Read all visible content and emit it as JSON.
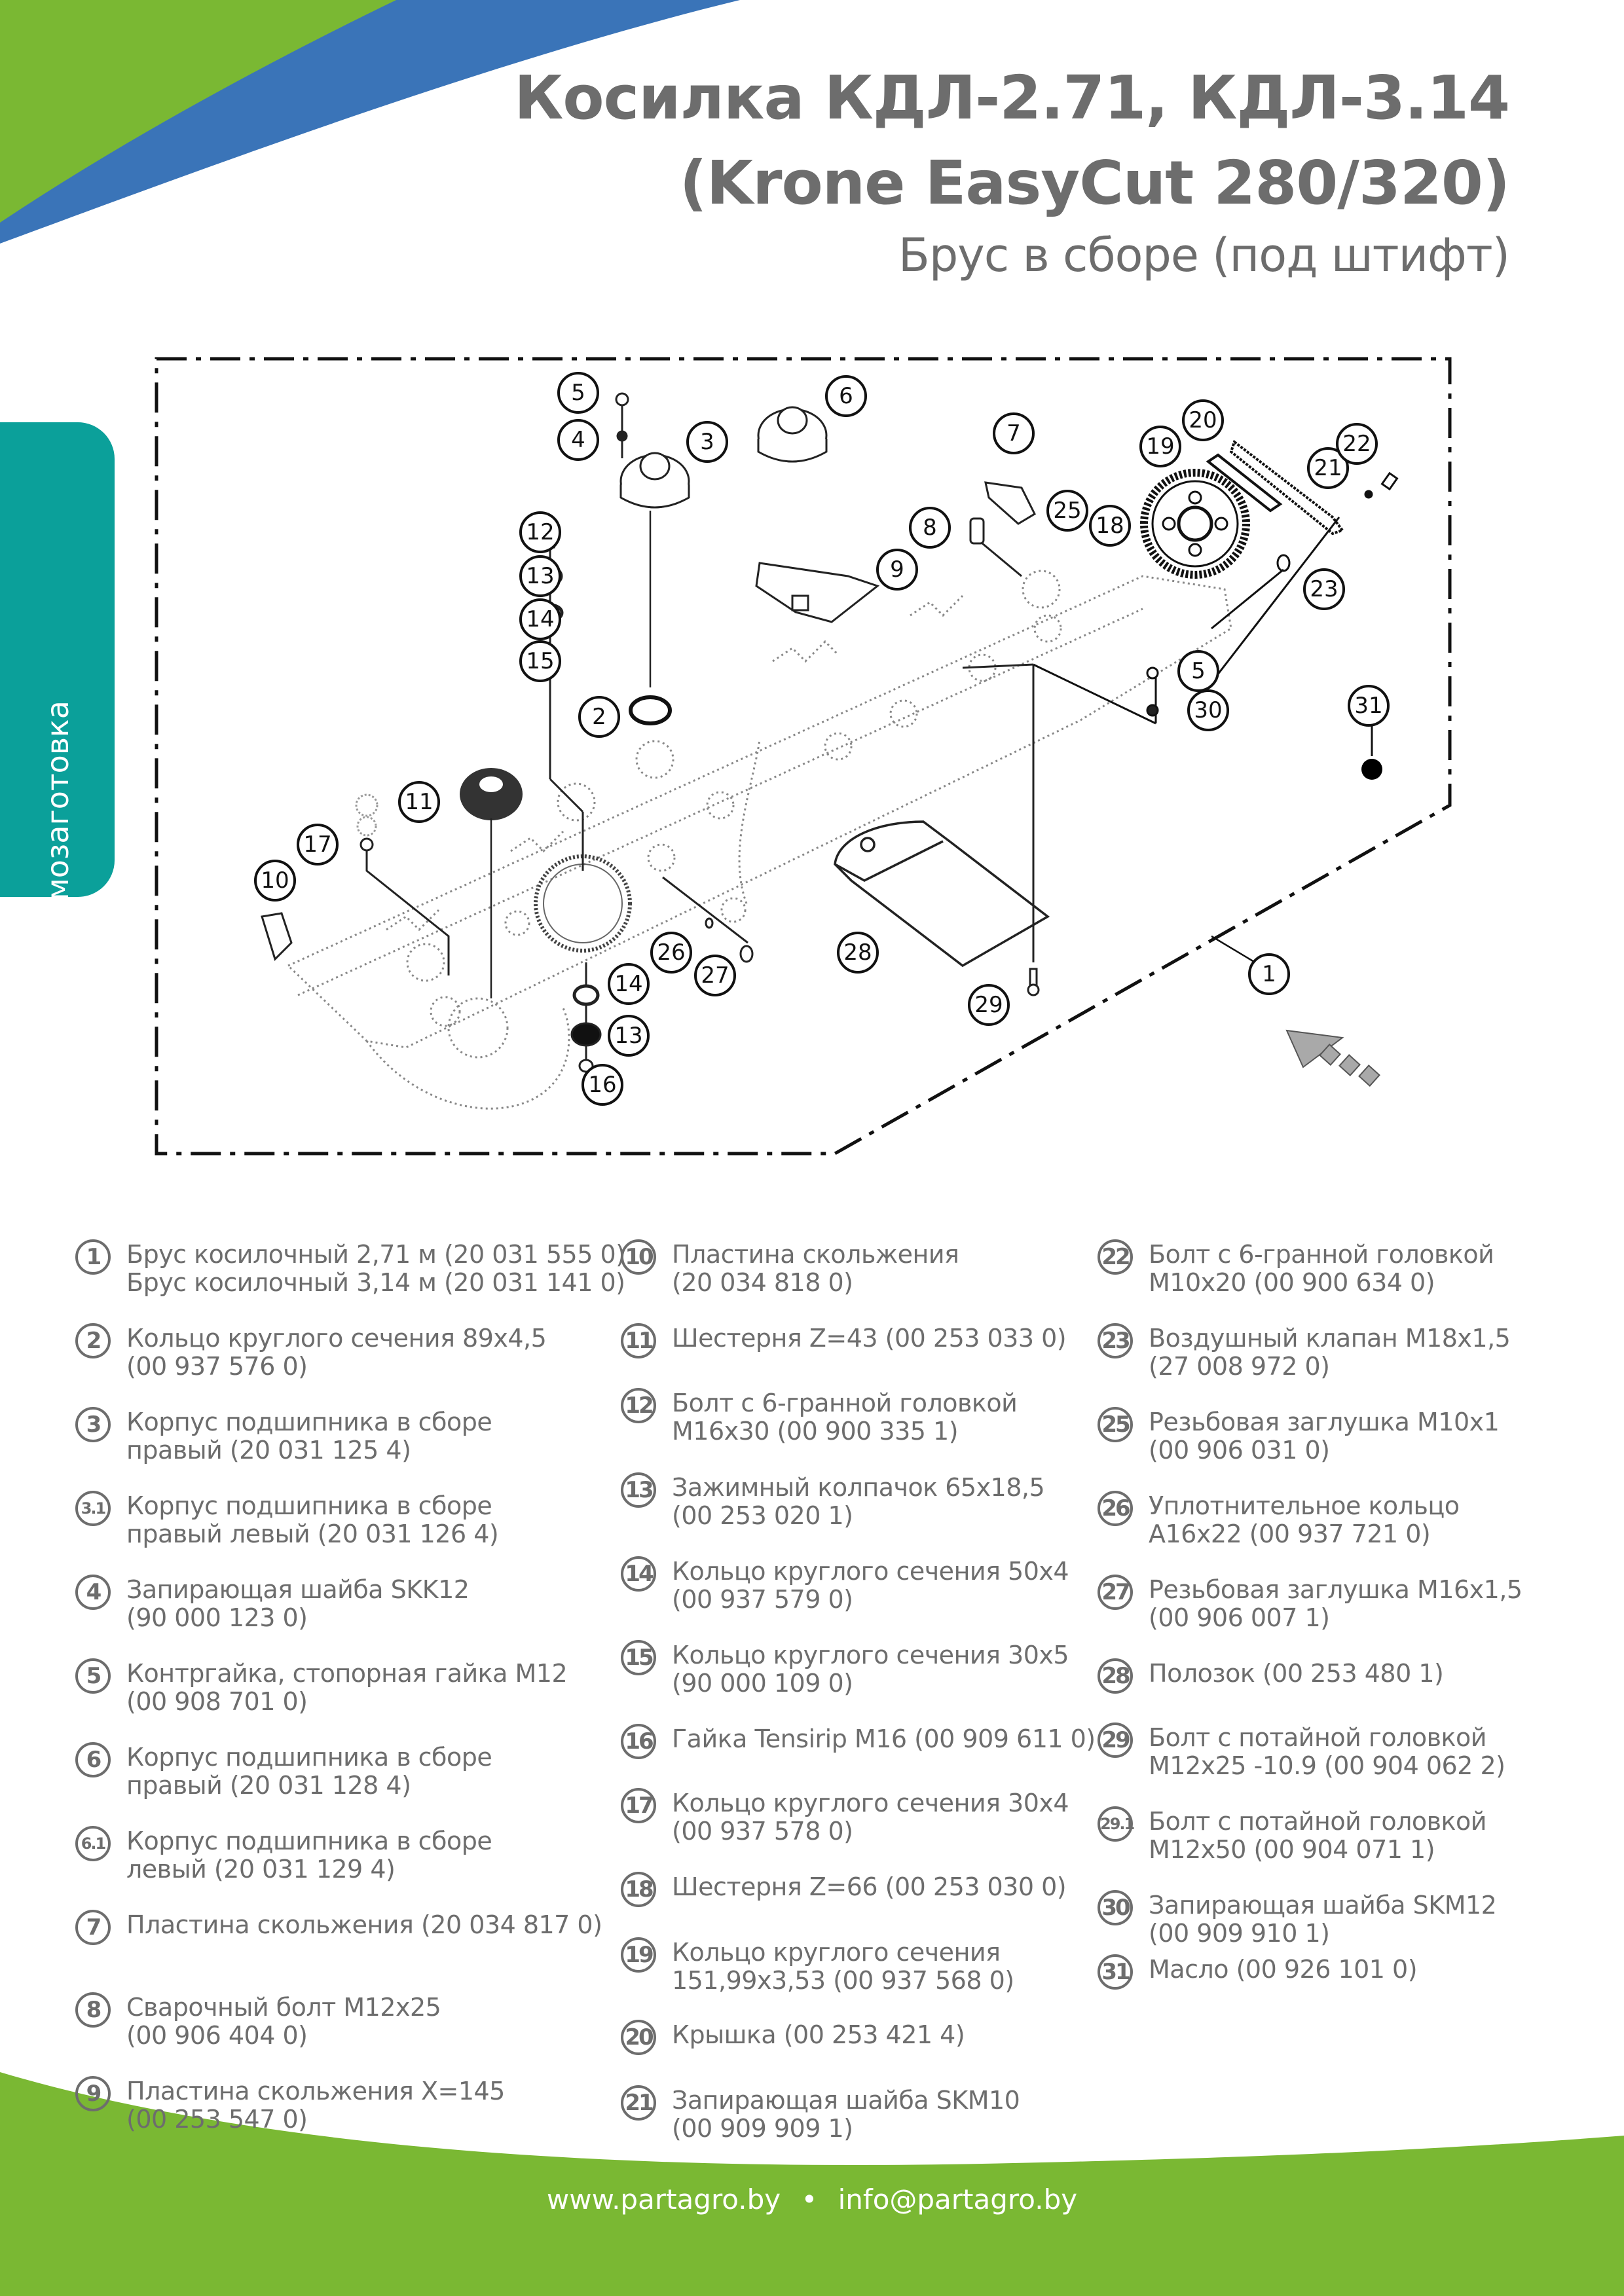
{
  "header": {
    "title_line1": "Косилка КДЛ-2.71, КДЛ-3.14",
    "title_line2": "(Krone EasyCut 280/320)",
    "subtitle": "Брус в сборе (под штифт)"
  },
  "side_tab": {
    "label": "Кормозаготовка"
  },
  "colors": {
    "green": "#7ab833",
    "blue": "#3a74b8",
    "teal": "#0ba09a",
    "text_gray": "#6d6d6d",
    "drawing_black": "#111111",
    "arrow_gray": "#a9a9a9"
  },
  "diagram": {
    "callouts": [
      "1",
      "2",
      "3",
      "4",
      "5",
      "6",
      "7",
      "8",
      "9",
      "10",
      "11",
      "12",
      "13",
      "14",
      "15",
      "16",
      "17",
      "18",
      "19",
      "20",
      "21",
      "22",
      "23",
      "25",
      "26",
      "27",
      "28",
      "29",
      "30",
      "31",
      "5",
      "13",
      "14"
    ],
    "direction_arrow": "travel-direction-arrow"
  },
  "legend": {
    "columns": [
      [
        {
          "num": "1",
          "lines": [
            "Брус косилочный 2,71 м (20 031 555 0)",
            "Брус косилочный 3,14 м (20 031 141 0)"
          ]
        },
        {
          "num": "2",
          "lines": [
            "Кольцо круглого сечения 89x4,5",
            "(00 937 576 0)"
          ]
        },
        {
          "num": "3",
          "lines": [
            "Корпус подшипника в сборе",
            "правый (20 031 125 4)"
          ]
        },
        {
          "num": "3.1",
          "lines": [
            "Корпус подшипника в сборе",
            "правый левый (20 031 126 4)"
          ]
        },
        {
          "num": "4",
          "lines": [
            "Запирающая шайба SKK12",
            "(90 000 123 0)"
          ]
        },
        {
          "num": "5",
          "lines": [
            "Контргайка, стопорная гайка M12",
            "(00 908 701 0)"
          ]
        },
        {
          "num": "6",
          "lines": [
            "Корпус подшипника в сборе",
            "правый (20 031 128 4)"
          ]
        },
        {
          "num": "6.1",
          "lines": [
            "Корпус подшипника в сборе",
            "левый (20 031 129 4)"
          ]
        },
        {
          "num": "7",
          "lines": [
            "Пластина скольжения (20 034 817 0)"
          ]
        },
        {
          "num": "8",
          "lines": [
            "Сварочный болт M12x25",
            "(00 906 404 0)"
          ]
        },
        {
          "num": "9",
          "lines": [
            "Пластина скольжения X=145",
            "(00 253 547 0)"
          ]
        }
      ],
      [
        {
          "num": "10",
          "lines": [
            "Пластина скольжения",
            "(20 034 818 0)"
          ]
        },
        {
          "num": "11",
          "lines": [
            "Шестерня Z=43 (00 253 033 0)"
          ]
        },
        {
          "num": "12",
          "lines": [
            "Болт с 6-гранной головкой",
            "M16x30 (00 900 335 1)"
          ]
        },
        {
          "num": "13",
          "lines": [
            "Зажимный колпачок 65x18,5",
            "(00 253 020 1)"
          ]
        },
        {
          "num": "14",
          "lines": [
            "Кольцо круглого сечения 50x4",
            "(00 937 579 0)"
          ]
        },
        {
          "num": "15",
          "lines": [
            "Кольцо круглого сечения 30x5",
            "(90 000 109 0)"
          ]
        },
        {
          "num": "16",
          "lines": [
            "Гайка Tensirip M16 (00 909 611 0)"
          ]
        },
        {
          "num": "17",
          "lines": [
            "Кольцо круглого сечения 30x4",
            "(00 937 578 0)"
          ]
        },
        {
          "num": "18",
          "lines": [
            "Шестерня Z=66 (00 253 030 0)"
          ]
        },
        {
          "num": "19",
          "lines": [
            "Кольцо круглого сечения",
            "151,99x3,53 (00 937 568 0)"
          ]
        },
        {
          "num": "20",
          "lines": [
            "Крышка (00 253 421 4)"
          ]
        },
        {
          "num": "21",
          "lines": [
            "Запирающая шайба SKM10",
            "(00 909 909 1)"
          ]
        }
      ],
      [
        {
          "num": "22",
          "lines": [
            "Болт с 6-гранной головкой",
            "M10x20 (00 900 634 0)"
          ]
        },
        {
          "num": "23",
          "lines": [
            "Воздушный клапан M18x1,5",
            "(27 008 972 0)"
          ]
        },
        {
          "num": "25",
          "lines": [
            "Резьбовая заглушка M10x1",
            "(00 906 031 0)"
          ]
        },
        {
          "num": "26",
          "lines": [
            "Уплотнительное кольцо",
            "A16x22 (00 937 721 0)"
          ]
        },
        {
          "num": "27",
          "lines": [
            "Резьбовая заглушка M16x1,5",
            "(00 906 007 1)"
          ]
        },
        {
          "num": "28",
          "lines": [
            "Полозок (00 253 480 1)"
          ]
        },
        {
          "num": "29",
          "lines": [
            "Болт с потайной головкой",
            "M12x25 -10.9 (00 904 062 2)"
          ]
        },
        {
          "num": "29.1",
          "lines": [
            "Болт с потайной головкой",
            "M12x50 (00 904 071 1)"
          ]
        },
        {
          "num": "30",
          "lines": [
            "Запирающая шайба SKM12",
            "(00 909 910 1)"
          ]
        },
        {
          "num": "31",
          "lines": [
            "Масло (00 926 101 0)"
          ]
        }
      ]
    ]
  },
  "footer": {
    "website": "www.partagro.by",
    "separator": "•",
    "email": "info@partagro.by"
  }
}
